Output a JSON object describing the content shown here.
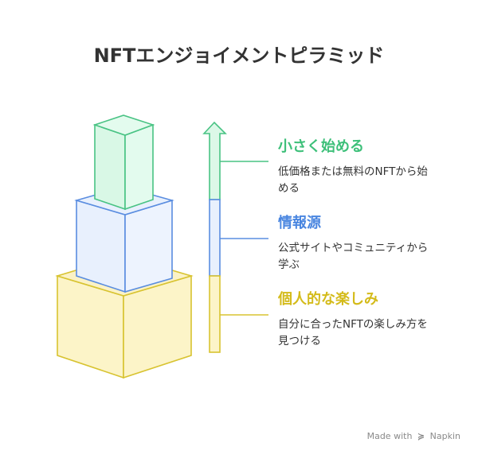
{
  "title": "NFTエンジョイメントピラミッド",
  "levels": [
    {
      "title": "小さく始める",
      "desc": "低価格または無料のNFTから始める",
      "color": "#3ec07a"
    },
    {
      "title": "情報源",
      "desc": "公式サイトやコミュニティから学ぶ",
      "color": "#4a86e0"
    },
    {
      "title": "個人的な楽しみ",
      "desc": "自分に合ったNFTの楽しみ方を見つける",
      "color": "#d4bb1a"
    }
  ],
  "footer": {
    "prefix": "Made with",
    "brand": "Napkin"
  }
}
